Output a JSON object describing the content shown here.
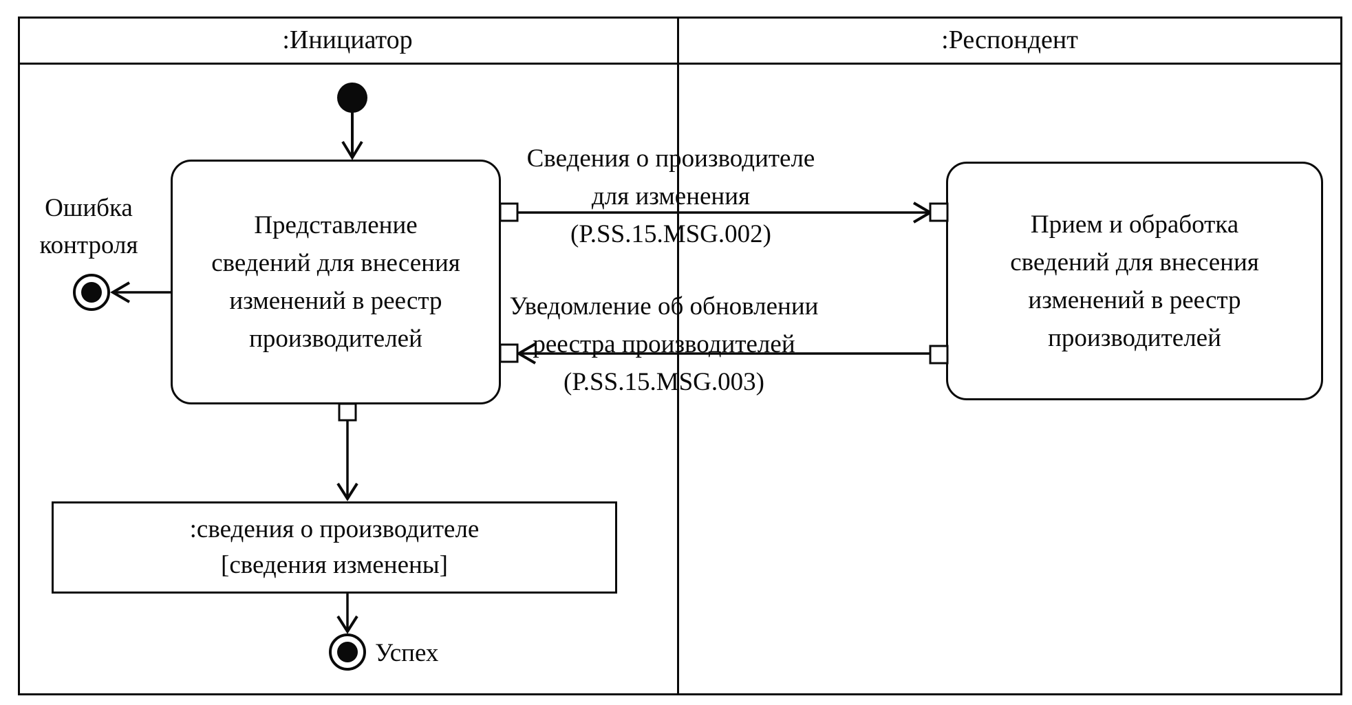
{
  "diagram": {
    "kind": "uml-activity-swimlane-diagram",
    "lanes": {
      "initiator": ":Инициатор",
      "respondent": ":Респондент"
    },
    "initiator_action": {
      "lines": [
        "Представление",
        "сведений для внесения",
        "изменений в реестр",
        "производителей"
      ]
    },
    "respondent_action": {
      "lines": [
        "Прием и обработка",
        "сведений для внесения",
        "изменений в реестр",
        "производителей"
      ]
    },
    "object_node": {
      "lines": [
        ":сведения о производителе",
        "[сведения изменены]"
      ]
    },
    "error_final": {
      "lines": [
        "Ошибка",
        "контроля"
      ]
    },
    "success_final": {
      "label": "Успех"
    },
    "message_to_respondent": {
      "lines": [
        "Сведения о производителе",
        "для изменения",
        "(P.SS.15.MSG.002)"
      ]
    },
    "message_to_initiator": {
      "lines": [
        "Уведомление об обновлении",
        "реестра производителей",
        "(P.SS.15.MSG.003)"
      ]
    },
    "colors": {
      "line": "#0a0a0a",
      "background": "#ffffff"
    }
  }
}
